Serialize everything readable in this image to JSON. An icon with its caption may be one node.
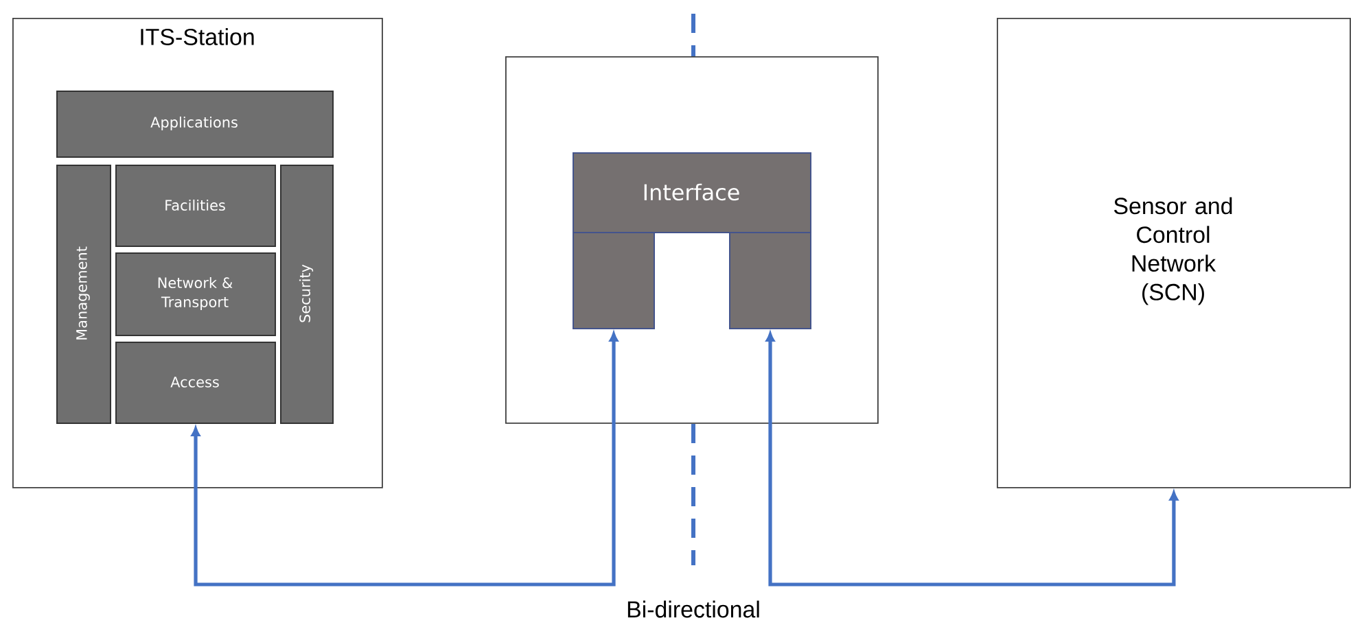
{
  "diagram": {
    "nodes": [
      {
        "text": [
          "ITS-Station"
        ]
      },
      {
        "text": [
          "Applications"
        ],
        "in": 0
      },
      {
        "text": [
          "Management"
        ],
        "in": 0
      },
      {
        "text": [
          "Facilities"
        ],
        "in": 0
      },
      {
        "text": [
          "Network & Transport"
        ],
        "in": 0
      },
      {
        "text": [
          "Access"
        ],
        "in": 0
      },
      {
        "text": [
          "Security"
        ],
        "in": 0
      },
      {
        "text": [],
        "shape": "box"
      },
      {
        "text": [
          "Interface"
        ],
        "in": 7
      },
      {
        "text": [],
        "shape": "box",
        "in": 7
      },
      {
        "text": [],
        "shape": "box",
        "in": 7
      },
      {
        "text": [
          "Sensor and Control Network (SCN)"
        ]
      }
    ],
    "edges": [
      {
        "from": 5,
        "to": 9,
        "arrow": "both"
      },
      {
        "from": 10,
        "to": 11,
        "arrow": "both"
      }
    ],
    "labels": [
      "Bi-directional"
    ]
  }
}
